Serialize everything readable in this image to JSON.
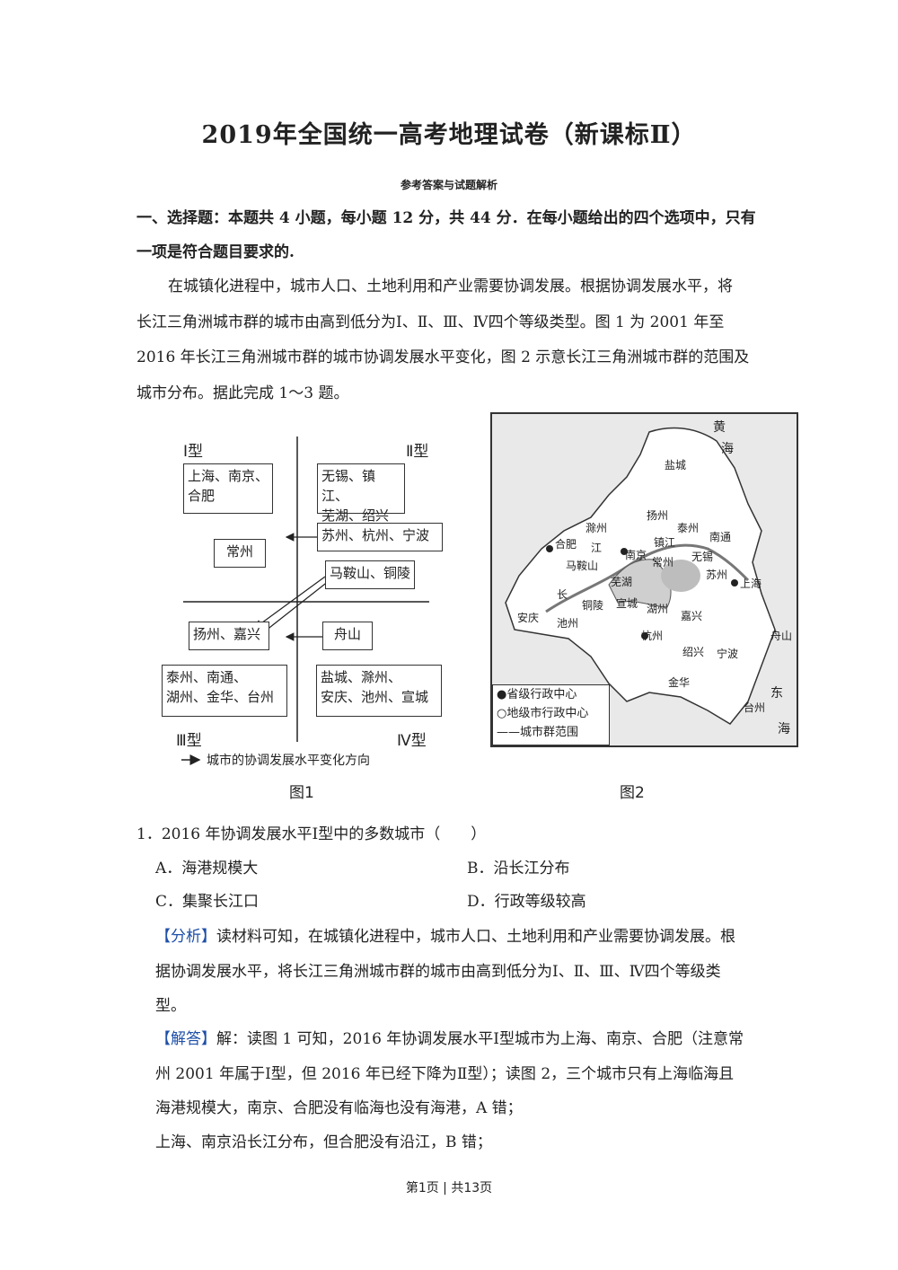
{
  "title": "2019年全国统一高考地理试卷（新课标Ⅱ）",
  "subtitle": "参考答案与试题解析",
  "section": {
    "line1": "一、选择题：本题共 4 小题，每小题 12 分，共 44 分．在每小题给出的四个选项中，只有",
    "line2": "一项是符合题目要求的."
  },
  "intro": [
    "在城镇化进程中，城市人口、土地利用和产业需要协调发展。根据协调发展水平，将",
    "长江三角洲城市群的城市由高到低分为Ⅰ、Ⅱ、Ⅲ、Ⅳ四个等级类型。图 1 为 2001 年至",
    "2016 年长江三角洲城市群的城市协调发展水平变化，图 2 示意长江三角洲城市群的范围及",
    "城市分布。据此完成 1～3 题。"
  ],
  "fig1": {
    "type1": "Ⅰ型",
    "type2": "Ⅱ型",
    "type3": "Ⅲ型",
    "type4": "Ⅳ型",
    "box_i_1": "上海、南京、",
    "box_i_2": "合肥",
    "box_ii_1": "无锡、镇江、",
    "box_ii_2": "芜湖、绍兴",
    "box_suhang": "苏州、杭州、宁波",
    "box_changzhou": "常州",
    "box_maanshan": "马鞍山、铜陵",
    "box_yangjia": "扬州、嘉兴",
    "box_zhoushan": "舟山",
    "box_iii_1": "泰州、南通、",
    "box_iii_2": "湖州、金华、台州",
    "box_iv_1": "盐城、滁州、",
    "box_iv_2": "安庆、池州、宣城",
    "legend": "城市的协调发展水平变化方向",
    "caption": "图1"
  },
  "fig2": {
    "sea_huang": "黄",
    "sea_hai": "海",
    "sea_dong": "东",
    "sea_hai2": "海",
    "cities": [
      "盐城",
      "扬州",
      "泰州",
      "南通",
      "滁州",
      "合肥",
      "江",
      "南京",
      "镇江",
      "马鞍山",
      "芜湖",
      "常州",
      "无锡",
      "苏州",
      "上海",
      "长",
      "铜陵",
      "宣城",
      "湖州",
      "安庆",
      "池州",
      "嘉兴",
      "杭州",
      "舟山",
      "绍兴",
      "宁波",
      "金华",
      "台州"
    ],
    "legend": [
      "●省级行政中心",
      "○地级市行政中心",
      "——城市群范围"
    ],
    "caption": "图2"
  },
  "q1": {
    "stem": "1．2016 年协调发展水平Ⅰ型中的多数城市（　　）",
    "A": "A．海港规模大",
    "B": "B．沿长江分布",
    "C": "C．集聚长江口",
    "D": "D．行政等级较高"
  },
  "analysis": {
    "tag": "【分析】",
    "l1": "读材料可知，在城镇化进程中，城市人口、土地利用和产业需要协调发展。根",
    "l2": "据协调发展水平，将长江三角洲城市群的城市由高到低分为Ⅰ、Ⅱ、Ⅲ、Ⅳ四个等级类",
    "l3": "型。"
  },
  "answer": {
    "tag": "【解答】",
    "l1": "解：读图 1 可知，2016 年协调发展水平Ⅰ型城市为上海、南京、合肥（注意常",
    "l2": "州 2001 年属于Ⅰ型，但 2016 年已经下降为Ⅱ型）；读图 2，三个城市只有上海临海且",
    "l3": "海港规模大，南京、合肥没有临海也没有海港，A 错；",
    "l4": "上海、南京沿长江分布，但合肥没有沿江，B 错；"
  },
  "footer": "第1页 | 共13页"
}
